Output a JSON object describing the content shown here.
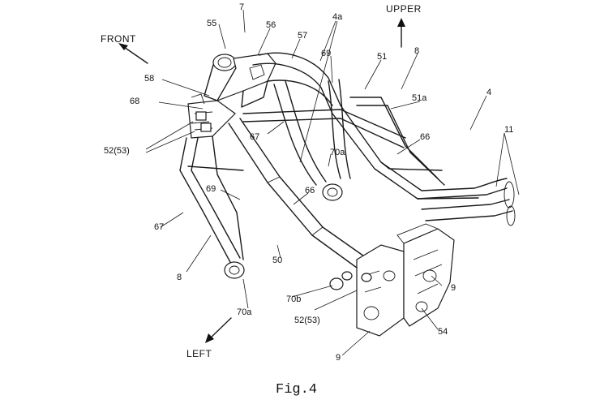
{
  "figure": {
    "caption": "Fig.4",
    "directions": {
      "front": "FRONT",
      "upper": "UPPER",
      "left": "LEFT"
    },
    "labels": [
      "7",
      "55",
      "56",
      "57",
      "4a",
      "51",
      "8",
      "51a",
      "4",
      "58",
      "68",
      "69",
      "52(53)",
      "67",
      "70a",
      "66",
      "11",
      "69",
      "67",
      "66",
      "8",
      "50",
      "70b",
      "9",
      "52(53)",
      "70a",
      "54",
      "9"
    ]
  }
}
